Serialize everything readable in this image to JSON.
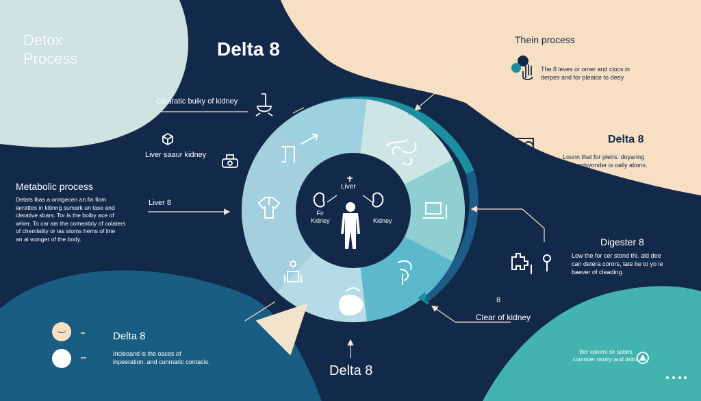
{
  "title_main": "Delta 8",
  "detox": {
    "line1": "Detox",
    "line2": "Process"
  },
  "left_labels": {
    "top": "Clearatic buiky of kidney",
    "mid": "Liver saaur kidney",
    "arrow": "Liver 8"
  },
  "metabolic": {
    "heading": "Metabolic process",
    "lines": [
      "Detats lbas a onngecen an fin fiom",
      "larrattes in kitinng sumark un lase and",
      "clerative sbars. Tor is the boiby ace of",
      "whier. To car am the comentiriy of colaters",
      "of chemlality or las stoms hems of line",
      "an ai wonger of the body."
    ]
  },
  "top_right": {
    "heading": "Thein process",
    "lines": [
      "The 8 leves or omer and clocs in",
      "derpes and for pleaice to deey."
    ]
  },
  "right_mid": {
    "heading": "Delta 8",
    "lines": [
      "Lounn that for pleirs. doyaring",
      "or cleartsyonder is oally ations."
    ]
  },
  "right_low": {
    "heading": "Digester 8",
    "lines": [
      "Low the for cer stond thi. ald dee",
      "can detera corors, late be to yo ie",
      "baever of cleading."
    ]
  },
  "clear_kidney": {
    "symbol": "8",
    "label": "Clear of kidney"
  },
  "bottom_left": {
    "heading": "Delta 8",
    "lines": [
      "Incleoand is the oaces of",
      "inpeeration. and cunmaric contacis."
    ]
  },
  "bottom_label": "Delta 8",
  "bottom_right": {
    "lines": [
      "Bor canent sir sabes",
      "commier osolry and dslor."
    ]
  },
  "center": {
    "liver": "Liver",
    "left_kidney": {
      "line1": "Fir",
      "line2": "Kidney"
    },
    "right_kidney": "Kidney"
  },
  "colors": {
    "navy": "#13294a",
    "mint": "#cfe3e1",
    "peach": "#f7dfc3",
    "ocean": "#1a5d83",
    "teal": "#43b3b0",
    "accent": "#1c8ea0"
  },
  "icons": [
    "cup-icon",
    "box-icon",
    "scanner-icon",
    "flask-icon",
    "tube-icon",
    "shirt-icon",
    "person-icon",
    "organ-icon",
    "hook-icon",
    "computer-icon",
    "connection-icon",
    "liver-organ-icon",
    "kidney-icon",
    "human-figure-icon",
    "hand-icon",
    "magnifier-icon",
    "puzzle-icon",
    "pin-icon",
    "smile-icon"
  ]
}
